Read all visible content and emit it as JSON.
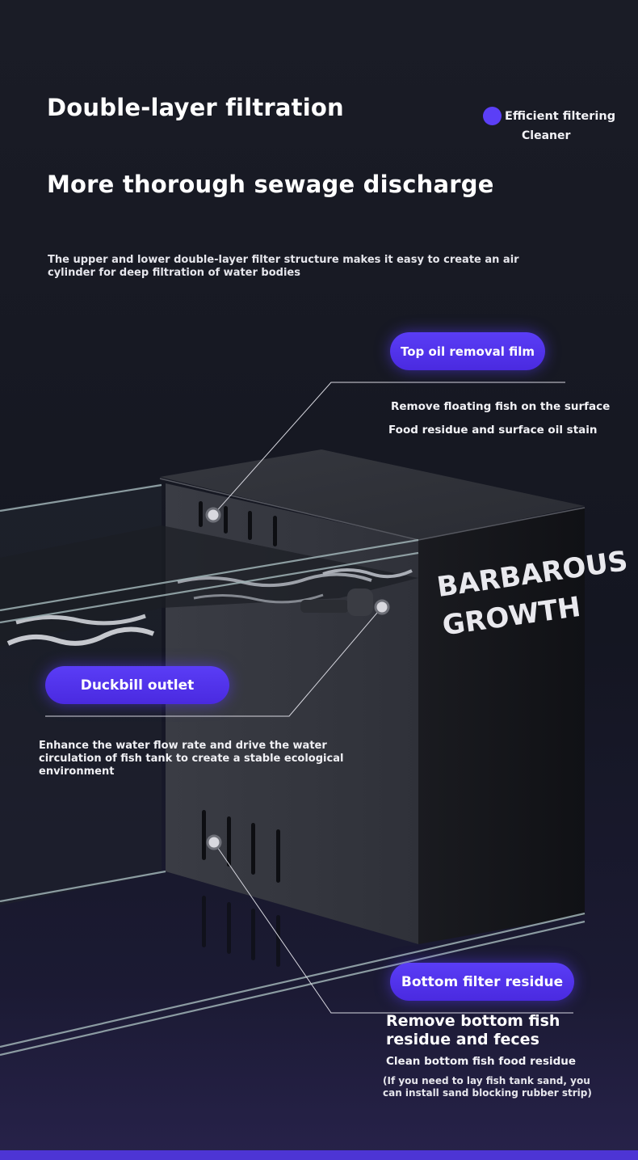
{
  "heading_1": "Double-layer filtration",
  "heading_2": "More thorough sewage discharge",
  "badge": {
    "line1": "Efficient filtering",
    "line2": "Cleaner"
  },
  "intro": "The upper and lower double-layer filter structure makes it easy to create an air cylinder for deep filtration of water bodies",
  "product_label": {
    "line1": "BARBAROUS",
    "line2": "GROWTH"
  },
  "callouts": {
    "top": {
      "title": "Top oil removal film",
      "line1": "Remove floating fish on the surface",
      "line2": "Food residue and surface oil stain"
    },
    "duckbill": {
      "title": "Duckbill outlet",
      "desc": "Enhance the water flow rate and drive the water circulation of fish tank to create a stable ecological environment"
    },
    "bottom": {
      "title": "Bottom filter residue",
      "headline": "Remove bottom fish residue and feces",
      "line1": "Clean bottom fish food residue",
      "note": "(If you need to lay fish tank sand, you can install sand blocking rubber strip)"
    }
  },
  "colors": {
    "accent": "#5b3ff6",
    "pill": "#4a2ae0",
    "box": "#2e3038"
  }
}
